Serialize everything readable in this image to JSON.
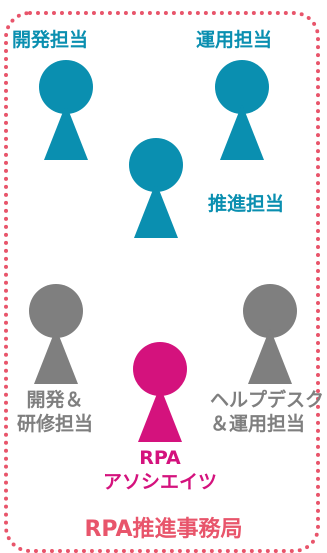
{
  "colors": {
    "blue": "#0a8fb0",
    "gray": "#7f7f7f",
    "pink": "#d4127d",
    "frame": "#e8556b"
  },
  "labels": {
    "development": "開発担当",
    "operations": "運用担当",
    "promotion": "推進担当",
    "dev_training_line1": "開発＆",
    "dev_training_line2": "研修担当",
    "rpa_line1": "RPA",
    "rpa_line2": "アソシエイツ",
    "helpdesk_line1": "ヘルプデスク",
    "helpdesk_line2": "＆運用担当"
  },
  "title": "RPA推進事務局"
}
